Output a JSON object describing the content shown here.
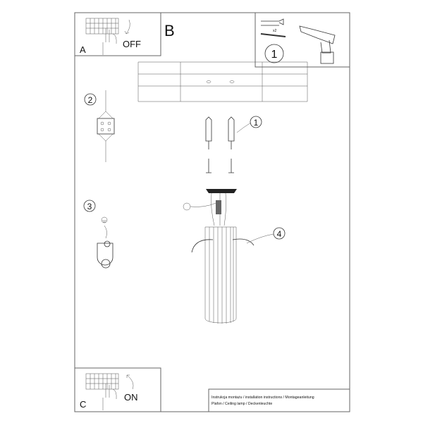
{
  "panels": {
    "a": {
      "letter": "A",
      "action": "OFF"
    },
    "b": {
      "letter": "B"
    },
    "c": {
      "letter": "C",
      "action": "ON"
    }
  },
  "tools": {
    "step": "1",
    "quantity": "x2"
  },
  "callouts": {
    "screws": "1",
    "connector": "2",
    "ground": "3",
    "shade": "4"
  },
  "footer": {
    "line1": "Instrukcja montażu / installation instructions / Montageanleitung",
    "line2": "Plafon / Ceiling lamp / Deckenleuchte"
  }
}
